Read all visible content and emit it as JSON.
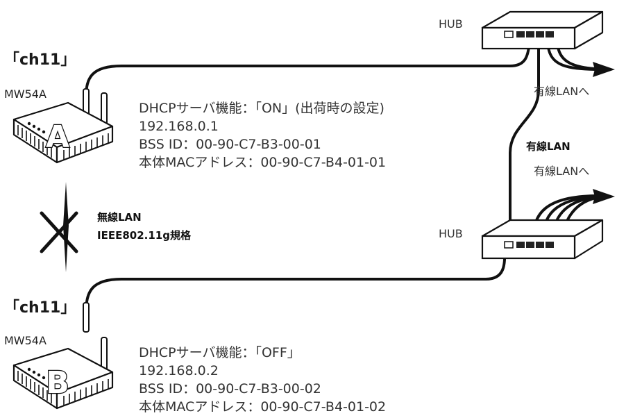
{
  "router_a": {
    "channel": "「ch11」",
    "model": "MW54A",
    "letter": "A",
    "info": [
      "DHCPサーバ機能：「ON」(出荷時の設定)",
      "192.168.0.1",
      "BSS ID：00-90-C7-B3-00-01",
      "本体MACアドレス：00-90-C7-B4-01-01"
    ]
  },
  "router_b": {
    "channel": "「ch11」",
    "model": "MW54A",
    "letter": "B",
    "info": [
      "DHCPサーバ機能：「OFF」",
      "192.168.0.2",
      "BSS ID：00-90-C7-B3-00-02",
      "本体MACアドレス：00-90-C7-B4-01-02"
    ]
  },
  "wireless": {
    "line1": "無線LAN",
    "line2": "IEEE802.11g規格"
  },
  "hub_top": {
    "label": "HUB",
    "to_lan": "有線LANへ"
  },
  "hub_bottom": {
    "label": "HUB",
    "to_lan": "有線LANへ"
  },
  "wired_link": {
    "label": "有線LAN"
  },
  "colors": {
    "line": "#111111",
    "device_body": "#ffffff",
    "port": "#222222"
  }
}
